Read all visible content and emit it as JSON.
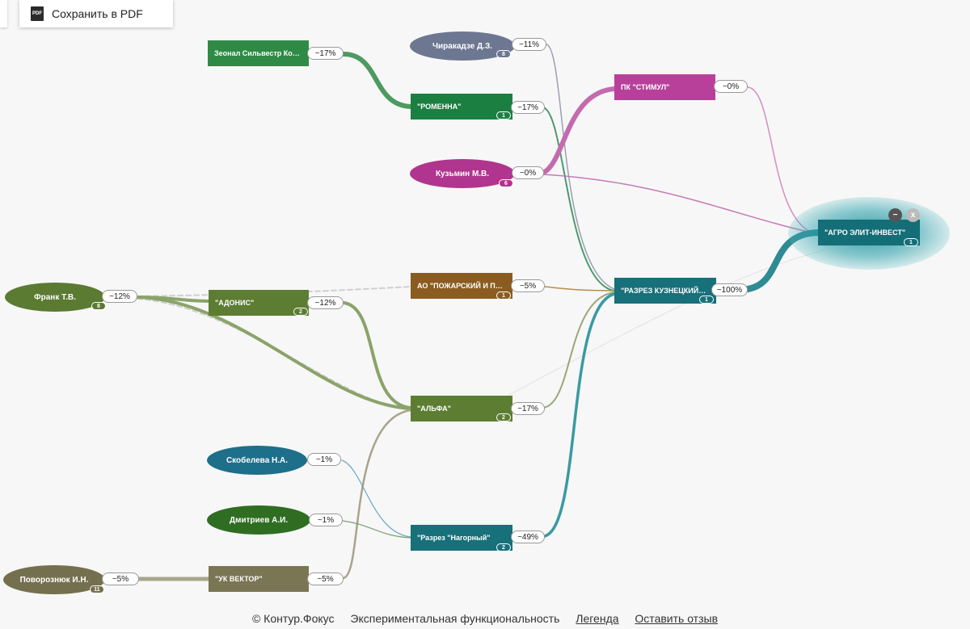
{
  "toolbar": {
    "save_pdf_label": "Сохранить в PDF",
    "pdf_icon_text": "PDF"
  },
  "nodes": {
    "zeonal": {
      "label": "Зеонал Сильвестр Ко…",
      "pct": "~17%",
      "color": "#2f8a46"
    },
    "chirakadze": {
      "label": "Чиракадзе Д.З.",
      "pct": "~11%",
      "badge": "8",
      "color": "#6e7791"
    },
    "romenna": {
      "label": "\"РОМЕННА\"",
      "pct": "~17%",
      "badge": "1",
      "color": "#1b7f42"
    },
    "stimul": {
      "label": "ПК \"СТИМУЛ\"",
      "pct": "~0%",
      "color": "#b8409a"
    },
    "kuzmin": {
      "label": "Кузьмин М.В.",
      "pct": "~0%",
      "badge": "6",
      "color": "#b0358e"
    },
    "agro": {
      "label": "\"АГРО ЭЛИТ-ИНВЕСТ\"",
      "badge": "1",
      "color": "#146e77"
    },
    "frank": {
      "label": "Франк Т.В.",
      "pct": "~12%",
      "badge": "8",
      "color": "#5b7a32"
    },
    "adonis": {
      "label": "\"АДОНИС\"",
      "pct": "~12%",
      "badge": "2",
      "color": "#5d7d33"
    },
    "pozharsky": {
      "label": "АО \"ПОЖАРСКИЙ И П…",
      "pct": "~5%",
      "badge": "1",
      "color": "#8a5c1f"
    },
    "razrez_kuz": {
      "label": "\"РАЗРЕЗ КУЗНЕЦКИЙ…",
      "pct": "~100%",
      "badge": "1",
      "color": "#17707a"
    },
    "alfa": {
      "label": "\"АЛЬФА\"",
      "pct": "~17%",
      "badge": "2",
      "color": "#5d7d33"
    },
    "skobeleva": {
      "label": "Скобелева Н.А.",
      "pct": "~1%",
      "color": "#1e6f8a"
    },
    "dmitriev": {
      "label": "Дмитриев А.И.",
      "pct": "~1%",
      "color": "#2f6e22"
    },
    "nagorny": {
      "label": "\"Разрез \"Нагорный\"",
      "pct": "~49%",
      "badge": "2",
      "color": "#17707a"
    },
    "povoroznyuk": {
      "label": "Поворознюк И.Н.",
      "pct": "~5%",
      "badge": "11",
      "color": "#74704f"
    },
    "uk_vektor": {
      "label": "\"УК ВЕКТОР\"",
      "pct": "~5%",
      "color": "#7a7553"
    }
  },
  "controls": {
    "collapse": "−",
    "close": "x"
  },
  "footer": {
    "copyright": "© Контур.Фокус",
    "experimental": "Экспериментальная функциональность",
    "legend": "Легенда",
    "feedback": "Оставить отзыв"
  }
}
